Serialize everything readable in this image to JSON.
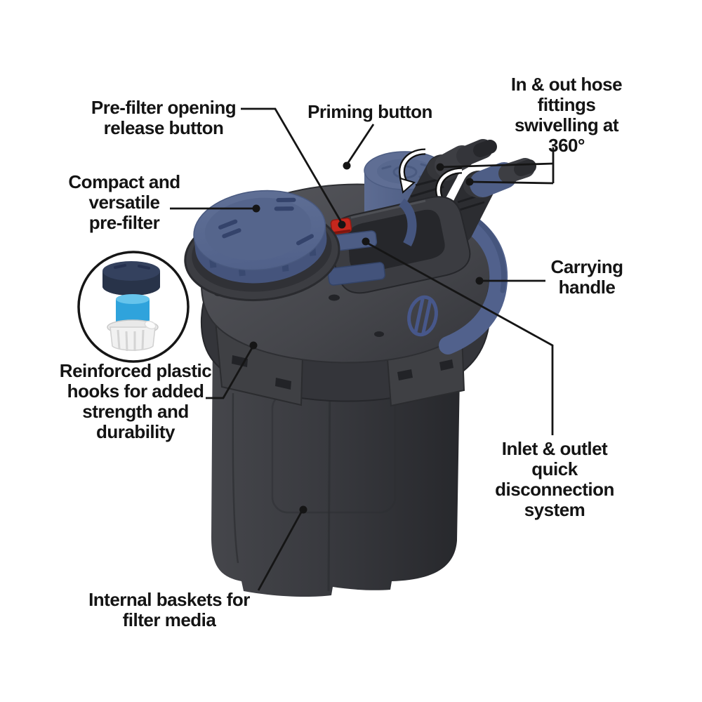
{
  "figure": {
    "type": "annotated-product-diagram",
    "subject": "aquarium external canister filter",
    "background": "#ffffff",
    "colors": {
      "canister_body": "#323338",
      "filter_head": "#46474c",
      "accent_blue": "#55668c",
      "sponge_blue": "#38a8de",
      "release_button_red": "#c5271d",
      "callout_line": "#151515",
      "label_text": "#141414"
    }
  },
  "labels": [
    {
      "id": "prefilter-release",
      "text": "Pre-filter opening\nrelease button",
      "points_to": "red pre-filter release button on top of head"
    },
    {
      "id": "priming",
      "text": "Priming button",
      "points_to": "blue priming button cylinder"
    },
    {
      "id": "hose-fittings",
      "text": "In & out hose\nfittings\nswivelling at 360°",
      "points_to": "two swivelling hose fittings"
    },
    {
      "id": "compact-prefilter",
      "text": "Compact and\nversatile\npre-filter",
      "points_to": "blue pre-filter cap"
    },
    {
      "id": "carrying-handle",
      "text": "Carrying\nhandle",
      "points_to": "blue handle band on right side"
    },
    {
      "id": "reinforced-hooks",
      "text": "Reinforced plastic\nhooks for added\nstrength and\ndurability",
      "points_to": "plastic hook clamp on canister"
    },
    {
      "id": "inlet-outlet",
      "text": "Inlet & outlet\nquick disconnection\nsystem",
      "points_to": "blue quick-disconnect latch on valve block"
    },
    {
      "id": "internal-baskets",
      "text": "Internal baskets for\nfilter media",
      "points_to": "canister body holding media baskets"
    }
  ]
}
